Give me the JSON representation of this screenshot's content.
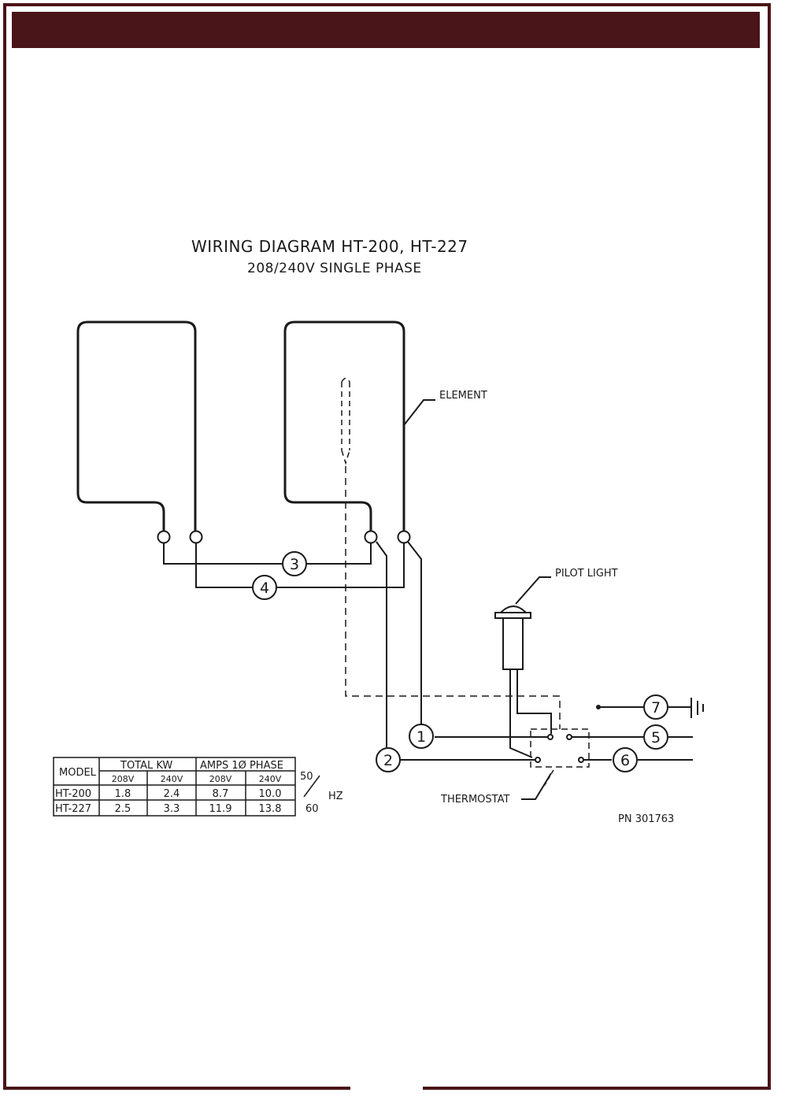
{
  "diagram": {
    "title": "WIRING DIAGRAM HT-200, HT-227",
    "subtitle": "208/240V SINGLE PHASE",
    "labels": {
      "element": "ELEMENT",
      "pilot_light": "PILOT LIGHT",
      "thermostat": "THERMOSTAT",
      "part_number": "PN 301763"
    },
    "wire_numbers": [
      "1",
      "2",
      "3",
      "4",
      "5",
      "6",
      "7"
    ]
  },
  "table": {
    "headers": {
      "model": "MODEL",
      "total_kw": "TOTAL KW",
      "amps": "AMPS 1Ø PHASE",
      "v208": "208V",
      "v240": "240V"
    },
    "rows": [
      {
        "model": "HT-200",
        "kw208": "1.8",
        "kw240": "2.4",
        "a208": "8.7",
        "a240": "10.0"
      },
      {
        "model": "HT-227",
        "kw208": "2.5",
        "kw240": "3.3",
        "a208": "11.9",
        "a240": "13.8"
      }
    ],
    "freq": {
      "top": "50",
      "bottom": "60",
      "unit": "HZ"
    }
  },
  "colors": {
    "frame": "#4a1518",
    "line": "#1a1a1a"
  }
}
